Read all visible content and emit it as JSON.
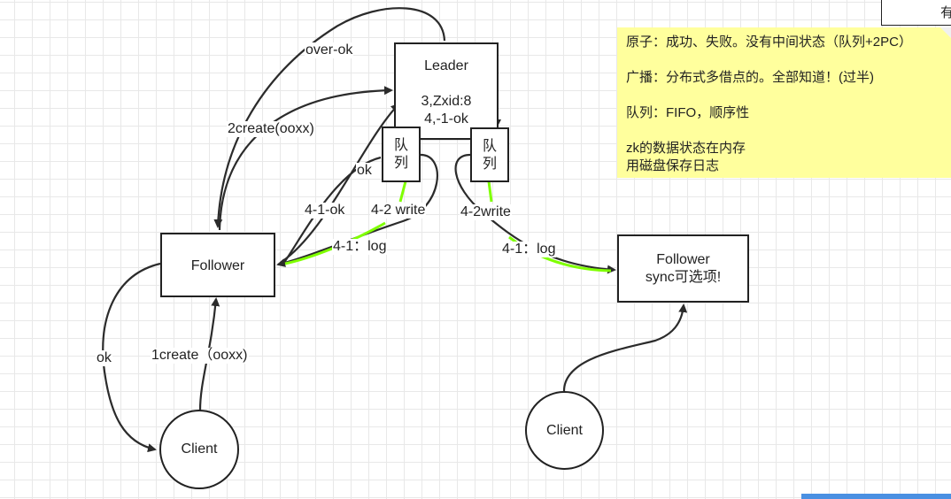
{
  "nodes": {
    "leader": {
      "title": "Leader",
      "line1": "3,Zxid:8",
      "line2": "4,-1-ok"
    },
    "queue_left": {
      "line1": "队",
      "line2": "列"
    },
    "queue_right": {
      "line1": "队",
      "line2": "列"
    },
    "follower_left": {
      "label": "Follower"
    },
    "follower_right": {
      "line1": "Follower",
      "line2": "sync可选项!"
    },
    "client_left": {
      "label": "Client"
    },
    "client_right": {
      "label": "Client"
    }
  },
  "edge_labels": {
    "over_ok": "over-ok",
    "create2": "2create(ooxx)",
    "ok_top": "ok",
    "ok_41": "4-1-ok",
    "write_42_left": "4-2 write",
    "write_42_right": "4-2write",
    "log_41_left": "4-1：log",
    "log_41_right": "4-1：log",
    "ok_left": "ok",
    "create1": "1create（ooxx)"
  },
  "note": {
    "lines": [
      "原子：成功、失败。没有中间状态（队列+2PC）",
      "广播：分布式多借点的。全部知道！(过半)",
      "队列：FIFO，顺序性",
      "zk的数据状态在内存",
      "用磁盘保存日志"
    ]
  },
  "corner_box": {
    "text": "有"
  },
  "colors": {
    "stroke": "#2b2b2b",
    "highlight": "#7fff00",
    "note_bg": "#ffff9d",
    "scroll_bar": "#4a90e2"
  }
}
